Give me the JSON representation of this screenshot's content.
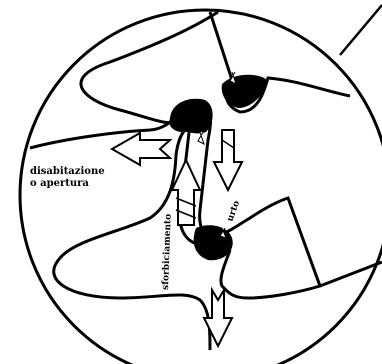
{
  "labels": {
    "disengagement_line1": "disabitazione",
    "disengagement_line2": "o apertura",
    "sliding": "sforbiciamento",
    "impact": "urto"
  },
  "colors": {
    "ink": "#000000",
    "background": "#ffffff"
  }
}
